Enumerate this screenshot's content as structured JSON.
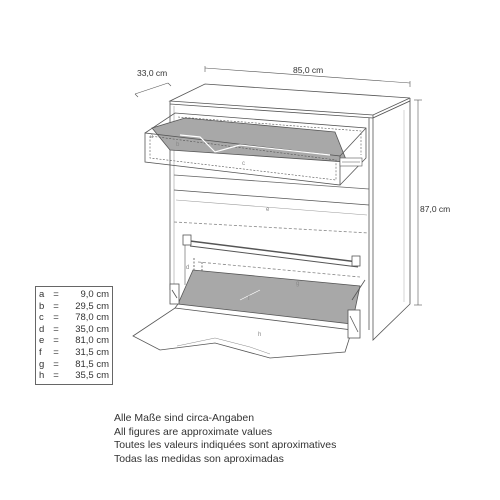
{
  "dimensions": {
    "depth": "33,0 cm",
    "width": "85,0 cm",
    "height": "87,0 cm"
  },
  "part_labels": [
    "a",
    "b",
    "c",
    "d",
    "e",
    "f",
    "g",
    "h"
  ],
  "legend": [
    {
      "key": "a",
      "value": "9,0 cm"
    },
    {
      "key": "b",
      "value": "29,5 cm"
    },
    {
      "key": "c",
      "value": "78,0 cm"
    },
    {
      "key": "d",
      "value": "35,0 cm"
    },
    {
      "key": "e",
      "value": "81,0 cm"
    },
    {
      "key": "f",
      "value": "31,5 cm"
    },
    {
      "key": "g",
      "value": "81,5 cm"
    },
    {
      "key": "h",
      "value": "35,5 cm"
    }
  ],
  "legend_separator": "=",
  "notes": [
    "Alle Maße sind circa-Angaben",
    "All figures are approximate values",
    "Toutes les valeurs indiquées sont aproximatives",
    "Todas las medidas son aproximadas"
  ]
}
